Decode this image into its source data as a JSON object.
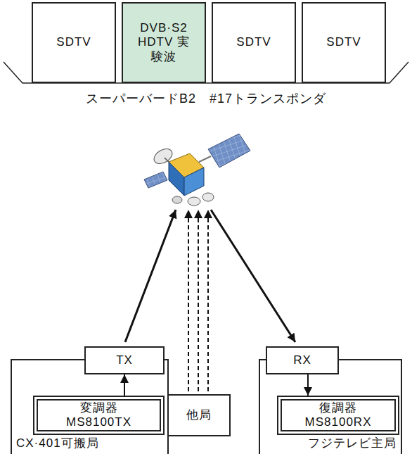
{
  "diagram": {
    "nodes": [
      {
        "text": [
          "SDTV"
        ]
      },
      {
        "text": [
          "DVB·S2 HDTV 実験波"
        ]
      },
      {
        "text": [
          "SDTV"
        ]
      },
      {
        "text": [
          "SDTV"
        ]
      },
      {
        "text": [
          "CX·401可搬局"
        ]
      },
      {
        "text": [
          "TX"
        ],
        "in": 4
      },
      {
        "text": [
          "変調器",
          "MS8100TX"
        ],
        "in": 4
      },
      {
        "text": [
          "他局"
        ]
      },
      {
        "text": [
          "フジテレビ主局"
        ]
      },
      {
        "text": [
          "RX"
        ],
        "in": 8
      },
      {
        "text": [
          "復調器",
          "MS8100RX"
        ],
        "in": 8
      }
    ],
    "edges": [
      {
        "from": 6,
        "to": 5,
        "arrow": "to"
      },
      {
        "from": 9,
        "to": 10,
        "arrow": "to"
      }
    ],
    "labels": [
      "スーパーバードB2　#17トランスポンダ"
    ]
  }
}
